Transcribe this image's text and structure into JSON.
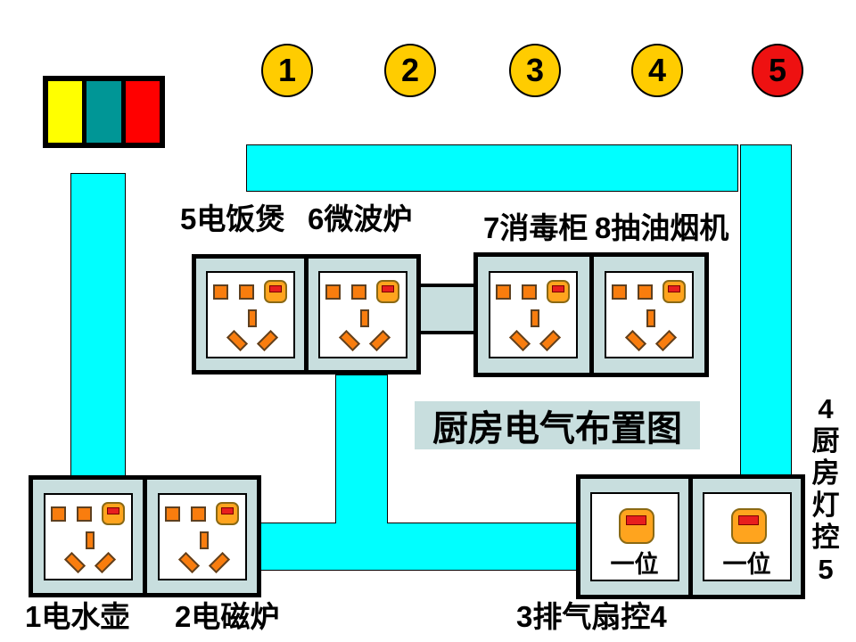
{
  "title": "厨房电气布置图",
  "legend_swatches": [
    {
      "name": "yellow",
      "color": "#FFFF00"
    },
    {
      "name": "teal",
      "color": "#009696"
    },
    {
      "name": "red",
      "color": "#FF0000"
    }
  ],
  "circuit_markers": [
    {
      "label": "1",
      "color": "#FFCC00"
    },
    {
      "label": "2",
      "color": "#FFCC00"
    },
    {
      "label": "3",
      "color": "#FFCC00"
    },
    {
      "label": "4",
      "color": "#FFCC00"
    },
    {
      "label": "5",
      "color": "#EE1111"
    }
  ],
  "appliance_labels": {
    "rice_cooker": "5电饭煲",
    "microwave": "6微波炉",
    "sterilizer": "7消毒柜",
    "range_hood": "8抽油烟机",
    "kettle": "1电水壶",
    "induction_cooker": "2电磁炉",
    "exhaust_fan_control": "3排气扇控4"
  },
  "kitchen_light_control": {
    "chars": [
      "4",
      "厨",
      "房",
      "灯",
      "控",
      "5"
    ]
  },
  "switch_label": "一位",
  "colors": {
    "duct": "#00FFFF",
    "panel_bg": "#C8DEDE",
    "slot_orange": "#F97D0E",
    "button_orange": "#FFA41E",
    "button_bar_red": "#E81E1E"
  }
}
